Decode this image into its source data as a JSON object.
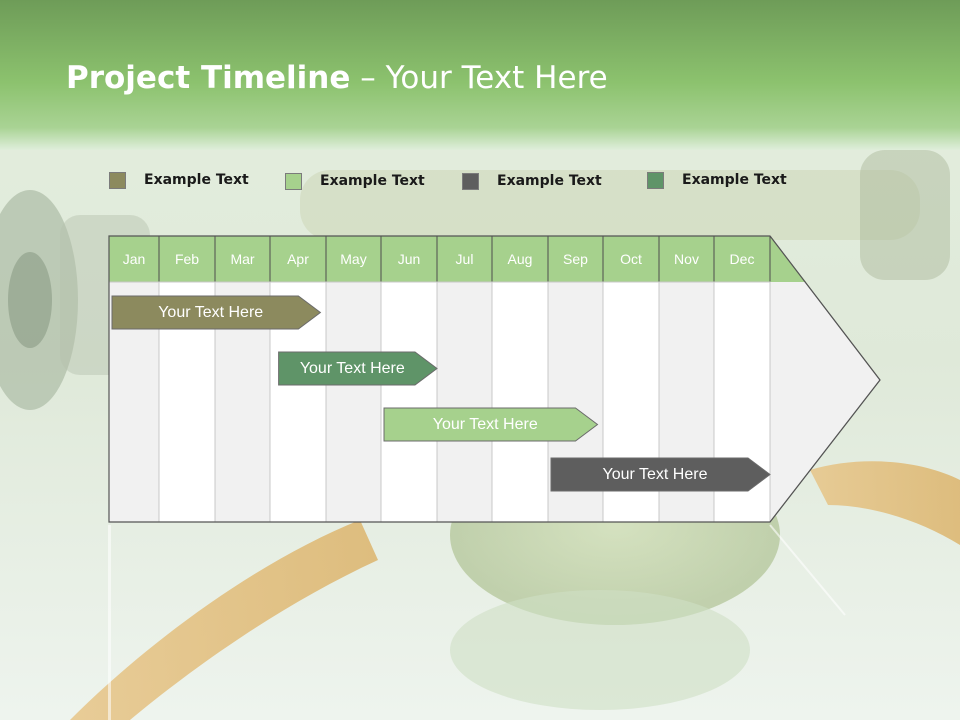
{
  "title": {
    "bold": "Project Timeline",
    "rest": " – Your Text Here"
  },
  "legend": [
    {
      "label": "Example Text",
      "color": "#8c8a5e"
    },
    {
      "label": "Example Text",
      "color": "#a6d18d"
    },
    {
      "label": "Example Text",
      "color": "#5e5e5e"
    },
    {
      "label": "Example Text",
      "color": "#5f9468"
    }
  ],
  "months": [
    "Jan",
    "Feb",
    "Mar",
    "Apr",
    "May",
    "Jun",
    "Jul",
    "Aug",
    "Sep",
    "Oct",
    "Nov",
    "Dec"
  ],
  "tasks": [
    {
      "label": "Your  Text Here",
      "start_month": 0,
      "end_month": 3.9,
      "color": "#8c8a5e"
    },
    {
      "label": "Your  Text Here",
      "start_month": 3.1,
      "end_month": 6.0,
      "color": "#5f9468"
    },
    {
      "label": "Your  Text Here",
      "start_month": 5.0,
      "end_month": 8.9,
      "color": "#a6d18d"
    },
    {
      "label": "Your  Text Here",
      "start_month": 8.0,
      "end_month": 12.0,
      "color": "#5e5e5e"
    }
  ],
  "colors": {
    "header_green": "#a6d18d",
    "banner_green": "#7fb56a"
  }
}
